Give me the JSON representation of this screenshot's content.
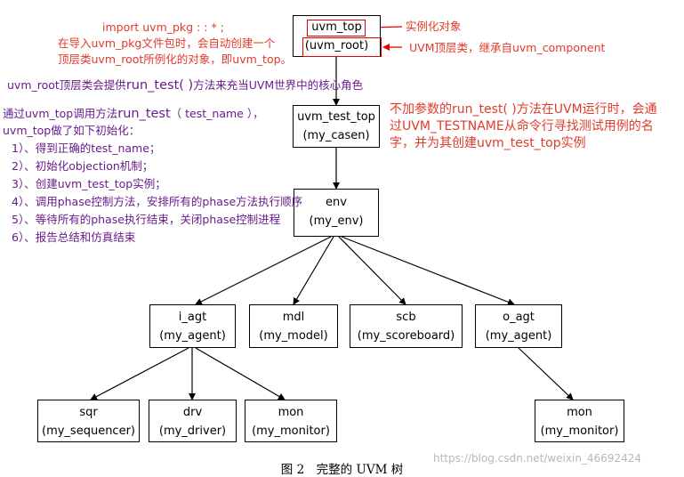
{
  "nodes": {
    "uvm_top": {
      "line1": "uvm_top",
      "line2": "(uvm_root)"
    },
    "test": {
      "line1": "uvm_test_top",
      "line2": "(my_casen)"
    },
    "env": {
      "line1": "env",
      "line2": "(my_env)"
    },
    "i_agt": {
      "line1": "i_agt",
      "line2": "(my_agent)"
    },
    "mdl": {
      "line1": "mdl",
      "line2": "(my_model)"
    },
    "scb": {
      "line1": "scb",
      "line2": "(my_scoreboard)"
    },
    "o_agt": {
      "line1": "o_agt",
      "line2": "(my_agent)"
    },
    "sqr": {
      "line1": "sqr",
      "line2": "(my_sequencer)"
    },
    "drv": {
      "line1": "drv",
      "line2": "(my_driver)"
    },
    "mon_i": {
      "line1": "mon",
      "line2": "(my_monitor)"
    },
    "mon_o": {
      "line1": "mon",
      "line2": "(my_monitor)"
    }
  },
  "annotations": {
    "import_line": "import uvm_pkg : : * ;",
    "import_desc1": "在导入uvm_pkg文件包时，会自动创建一个",
    "import_desc2": "顶层类uvm_root所例化的对象，即uvm_top。",
    "inst_label": "实例化对象",
    "root_label": "UVM顶层类，继承自uvm_component",
    "root_role_a": "uvm_root顶层类会提供",
    "root_role_b": "run_test( )",
    "root_role_c": "方法来充当UVM世界中的核心角色",
    "run_test_1": "不加参数的run_test( )方法在UVM运行时，会通",
    "run_test_2": "过UVM_TESTNAME从命令行寻找测试用例的名",
    "run_test_3": "字，并为其创建uvm_test_top实例",
    "init_title_a": "通过uvm_top调用方法",
    "init_title_b": "run_test",
    "init_title_c": "（ test_name ），",
    "init_title2": "uvm_top做了如下初始化：",
    "init_steps": [
      "1）、得到正确的test_name；",
      "2）、初始化objection机制；",
      "3）、创建uvm_test_top实例；",
      "4）、调用phase控制方法，安排所有的phase方法执行顺序",
      "5）、等待所有的phase执行结束，关闭phase控制进程",
      "6）、报告总结和仿真结束"
    ]
  },
  "caption": "图 2　完整的 UVM 树",
  "watermark": "https://blog.csdn.net/weixin_46692424",
  "colors": {
    "annotation_red": "#e23a2a",
    "annotation_purple": "#6a1c8c",
    "highlight_box": "#e60000"
  }
}
